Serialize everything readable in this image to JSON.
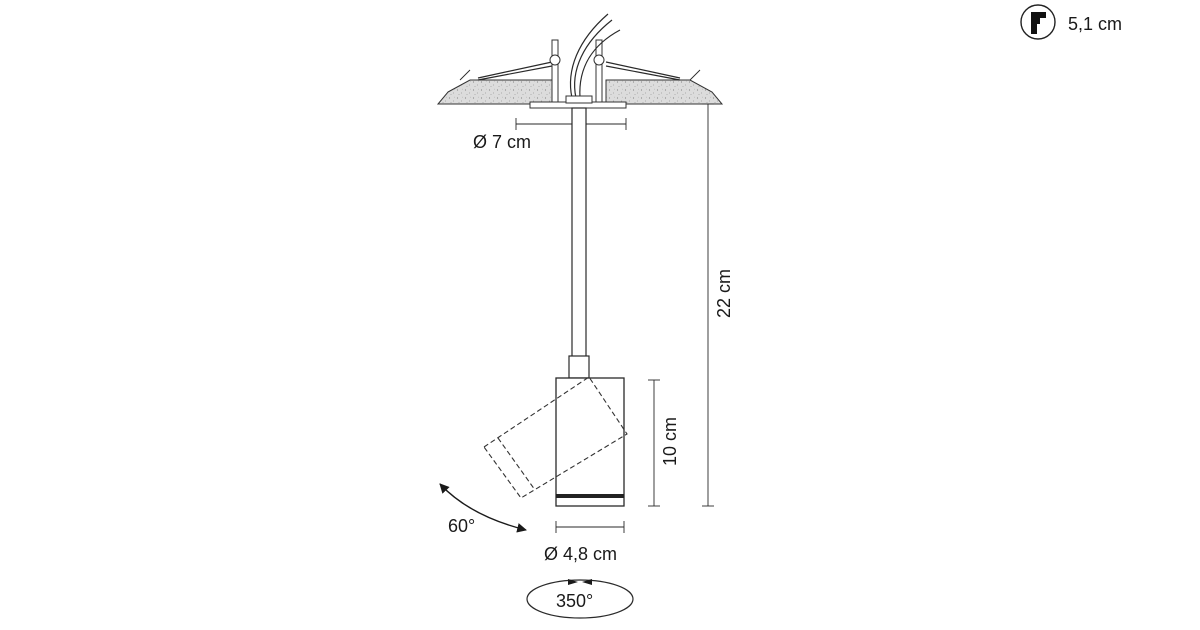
{
  "labels": {
    "cutout_height": "5,1 cm",
    "ceiling_diameter": "Ø 7 cm",
    "total_height": "22 cm",
    "head_height": "10 cm",
    "tilt_angle": "60°",
    "head_diameter": "Ø 4,8 cm",
    "rotation_angle": "350°"
  },
  "icons": {
    "cutout": "recessed-depth-icon",
    "rotation": "rotation-arrows-icon",
    "tilt": "tilt-arc-arrow-icon"
  }
}
